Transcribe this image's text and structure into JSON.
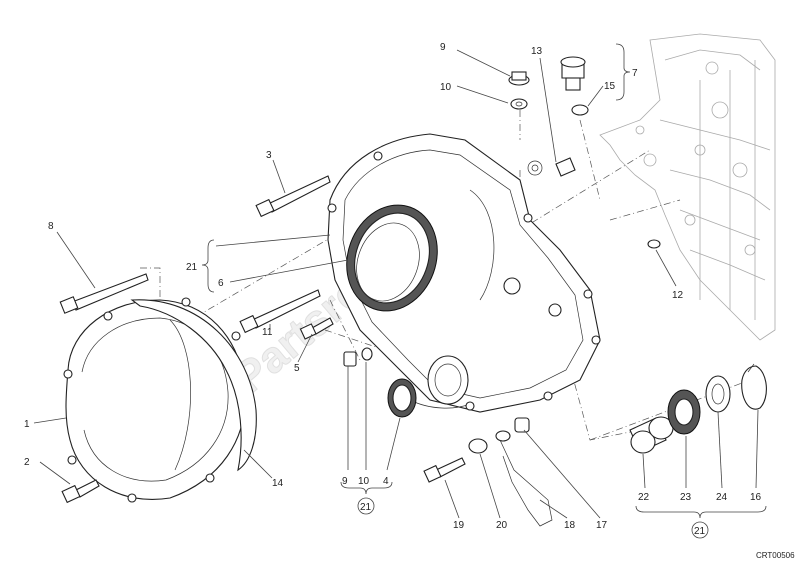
{
  "watermark": "Partsrepublik",
  "footer_code": "CRT00506",
  "callouts": {
    "c1": "1",
    "c2": "2",
    "c3": "3",
    "c4": "4",
    "c5": "5",
    "c6": "6",
    "c7": "7",
    "c8": "8",
    "c9a": "9",
    "c9b": "9",
    "c10a": "10",
    "c10b": "10",
    "c11": "11",
    "c12": "12",
    "c13": "13",
    "c14": "14",
    "c15": "15",
    "c16": "16",
    "c17": "17",
    "c18": "18",
    "c19": "19",
    "c20": "20",
    "c21a": "21",
    "c21b": "21",
    "c21c": "21",
    "c22": "22",
    "c23": "23",
    "c24": "24"
  }
}
